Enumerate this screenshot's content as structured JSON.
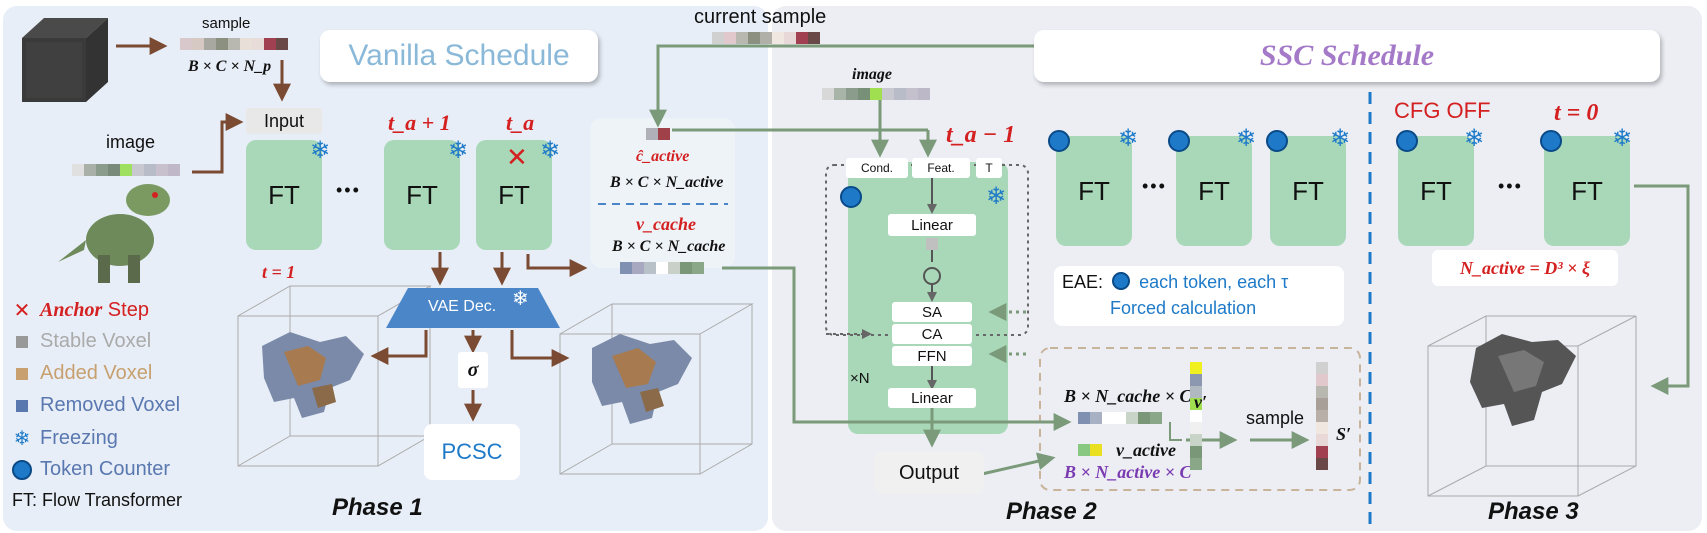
{
  "phase_labels": {
    "p1": "Phase 1",
    "p2": "Phase 2",
    "p3": "Phase 3"
  },
  "titles": {
    "vanilla": "Vanilla  Schedule",
    "ssc": "SSC  Schedule"
  },
  "phase1": {
    "sample": "sample",
    "sample_dims": "B × C × N_p",
    "image": "image",
    "input": "Input",
    "ft": "FT",
    "dots": "•••",
    "t1": "t = 1",
    "ta_plus": "t_a + 1",
    "ta": "t_a",
    "vae": "VAE Dec.",
    "sigma": "σ",
    "pcsc": "PCSC"
  },
  "cache_panel": {
    "c_active": "ĉ_active",
    "c_dims": "B × C × N_active",
    "v_cache": "v_cache",
    "v_dims": "B × C × N_cache"
  },
  "phase2": {
    "current_sample": "current sample",
    "image": "image",
    "ta_minus": "t_a − 1",
    "cond": "Cond.",
    "feat": "Feat.",
    "t": "T",
    "linear1": "Linear",
    "sa": "SA",
    "ca": "CA",
    "ffn": "FFN",
    "linear2": "Linear",
    "xn": "×N",
    "output": "Output",
    "ft": "FT",
    "dots": "•••",
    "eae_label": "EAE:",
    "eae_text1": "each token, each τ",
    "eae_text2": "Forced calculation",
    "cache_dims": "B × N_cache × C",
    "v_prime": "v′",
    "v_active": "v_active",
    "active_dims": "B × N_active × C",
    "sample_lbl": "sample",
    "s_prime": "S′"
  },
  "phase3": {
    "cfg_off": "CFG OFF",
    "t0": "t = 0",
    "ft": "FT",
    "dots": "•••",
    "n_active": "N_active = D³ × ξ"
  },
  "legend": {
    "anchor_prefix": "Anchor",
    "anchor_suffix": " Step",
    "stable": "Stable Voxel",
    "added": "Added Voxel",
    "removed": "Removed Voxel",
    "freezing": "Freezing",
    "counter": "Token Counter",
    "ft_def": "FT: Flow Transformer"
  },
  "colors": {
    "ft_green": "#a8d8b8",
    "vae_blue": "#4a86c8",
    "arrow_brown": "#7a4a32",
    "arrow_green": "#7a9a7a",
    "anchor_red": "#d42020",
    "freeze_blue": "#1e7ac8",
    "phase_bg": "#e8eef7",
    "phase2_bg": "#eceef4"
  },
  "strips": {
    "sample": [
      "#d8c8cc",
      "#d6c8c2",
      "#a8a8a0",
      "#8c9080",
      "#b8b8b0",
      "#e8e0d8",
      "#e8dcd8",
      "#a04050",
      "#6a4848"
    ],
    "image1": [
      "#e0e0e0",
      "#a8b0a8",
      "#8c9c8c",
      "#7a8a7a",
      "#a0e060",
      "#c8c8d0",
      "#b8bcc8",
      "#c8c0cc",
      "#c0b8c8"
    ],
    "c_active": [
      "#b0b0b8",
      "#a04048"
    ],
    "v_cache": [
      "#8090b0",
      "#a8a8c0",
      "#b8c0c8",
      "#ffffff",
      "#c8d0c8",
      "#7a9878",
      "#8aa888"
    ],
    "current": [
      "#d0d0d0",
      "#e0c8cc",
      "#b8b8b0",
      "#8c9080",
      "#b0b0a8",
      "#f0e8e0",
      "#e8d8d8",
      "#a04050",
      "#6a4848"
    ],
    "image2": [
      "#d8d8d8",
      "#a8b4a8",
      "#8c9c8c",
      "#789078",
      "#a0e050",
      "#c8c8d0",
      "#b8bcc8",
      "#c4c0cc",
      "#bcb8c8"
    ],
    "cache_row": [
      "#8090b0",
      "#a8b0c4",
      "#ffffff",
      "#ffffff",
      "#c8d4c8",
      "#7a9878",
      "#8aa888"
    ],
    "active_row": [
      "#88c880",
      "#e8e020"
    ],
    "v_prime": [
      "#f0f020",
      "#8c98b0",
      "#b0b8c0",
      "#a0e050",
      "#ffffff",
      "#f0f0f0",
      "#c8d4c8",
      "#7a9878",
      "#8aa888"
    ],
    "s_prime": [
      "#d0d0d0",
      "#e0c8cc",
      "#b8b8b0",
      "#a8a098",
      "#b8b0a8",
      "#f0e8e0",
      "#e8d8d8",
      "#a04050",
      "#6a4848"
    ]
  }
}
